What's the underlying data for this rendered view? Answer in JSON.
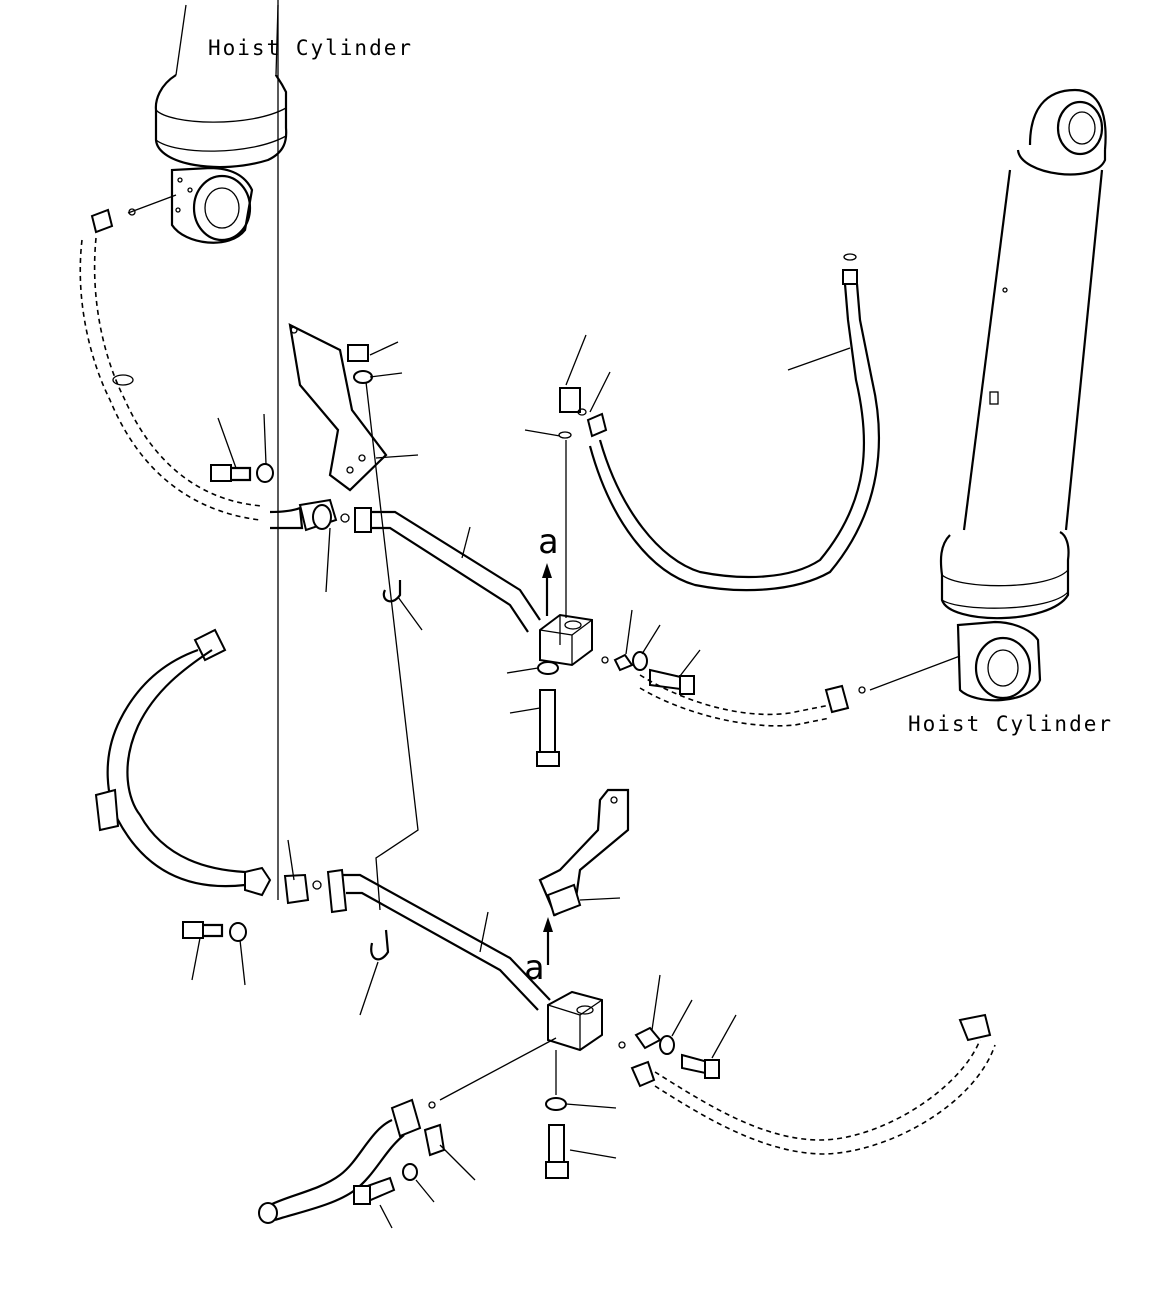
{
  "labels": {
    "top_left_cylinder": "Hoist Cylinder",
    "right_cylinder": "Hoist Cylinder"
  },
  "markers": {
    "upper_view": "a",
    "lower_view": "a"
  }
}
